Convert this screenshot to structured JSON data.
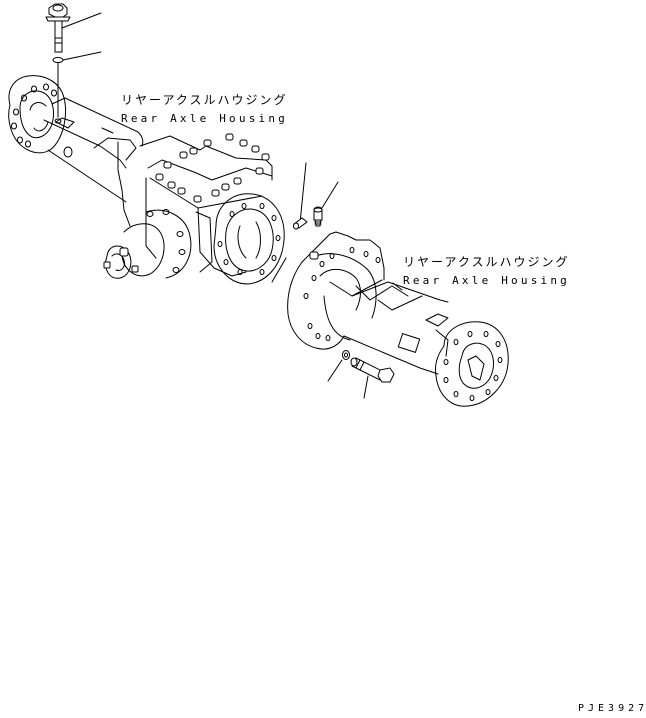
{
  "diagram": {
    "type": "exploded-parts-view",
    "background": "#ffffff",
    "line_color": "#000000",
    "labels": {
      "housing_left": {
        "jp": "リヤーアクスルハウジング",
        "en": "Rear Axle Housing"
      },
      "housing_right": {
        "jp": "リヤーアクスルハウジング",
        "en": "Rear Axle Housing"
      }
    },
    "parts": [
      {
        "name": "bolt-top",
        "description": "Flange bolt"
      },
      {
        "name": "washer-top",
        "description": "Washer"
      },
      {
        "name": "left-axle-housing",
        "description": "Rear axle housing (left) with differential"
      },
      {
        "name": "dowel-pin",
        "description": "Pin"
      },
      {
        "name": "breather-plug",
        "description": "Plug"
      },
      {
        "name": "right-axle-housing",
        "description": "Rear axle housing (right)"
      },
      {
        "name": "washer-bottom",
        "description": "Washer"
      },
      {
        "name": "bolt-bottom",
        "description": "Bolt"
      }
    ],
    "figure_code": "PJE3927"
  }
}
